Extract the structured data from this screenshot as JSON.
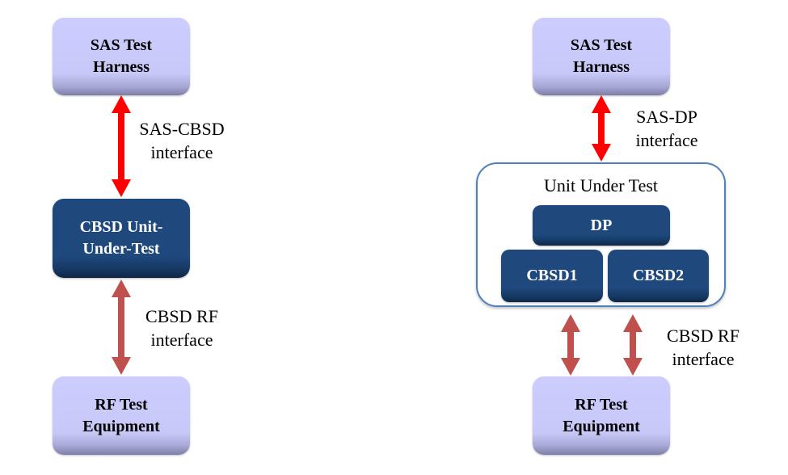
{
  "left_diagram": {
    "sas_harness": {
      "line1": "SAS Test",
      "line2": "Harness"
    },
    "uut": {
      "line1": "CBSD Unit-",
      "line2": "Under-Test"
    },
    "rf_equipment": {
      "line1": "RF Test",
      "line2": "Equipment"
    },
    "sas_interface_label": {
      "line1": "SAS-CBSD",
      "line2": "interface"
    },
    "rf_interface_label": {
      "line1": "CBSD RF",
      "line2": "interface"
    }
  },
  "right_diagram": {
    "sas_harness": {
      "line1": "SAS Test",
      "line2": "Harness"
    },
    "container_title": "Unit Under Test",
    "dp": "DP",
    "cbsd1": "CBSD1",
    "cbsd2": "CBSD2",
    "rf_equipment": {
      "line1": "RF Test",
      "line2": "Equipment"
    },
    "sas_interface_label": {
      "line1": "SAS-DP",
      "line2": "interface"
    },
    "rf_interface_label": {
      "line1": "CBSD RF",
      "line2": "interface"
    }
  },
  "colors": {
    "light_box": "#ccccff",
    "dark_box": "#1f497d",
    "sas_arrow": "#ff0000",
    "rf_arrow": "#c0504d",
    "container_border": "#4f81bd"
  }
}
